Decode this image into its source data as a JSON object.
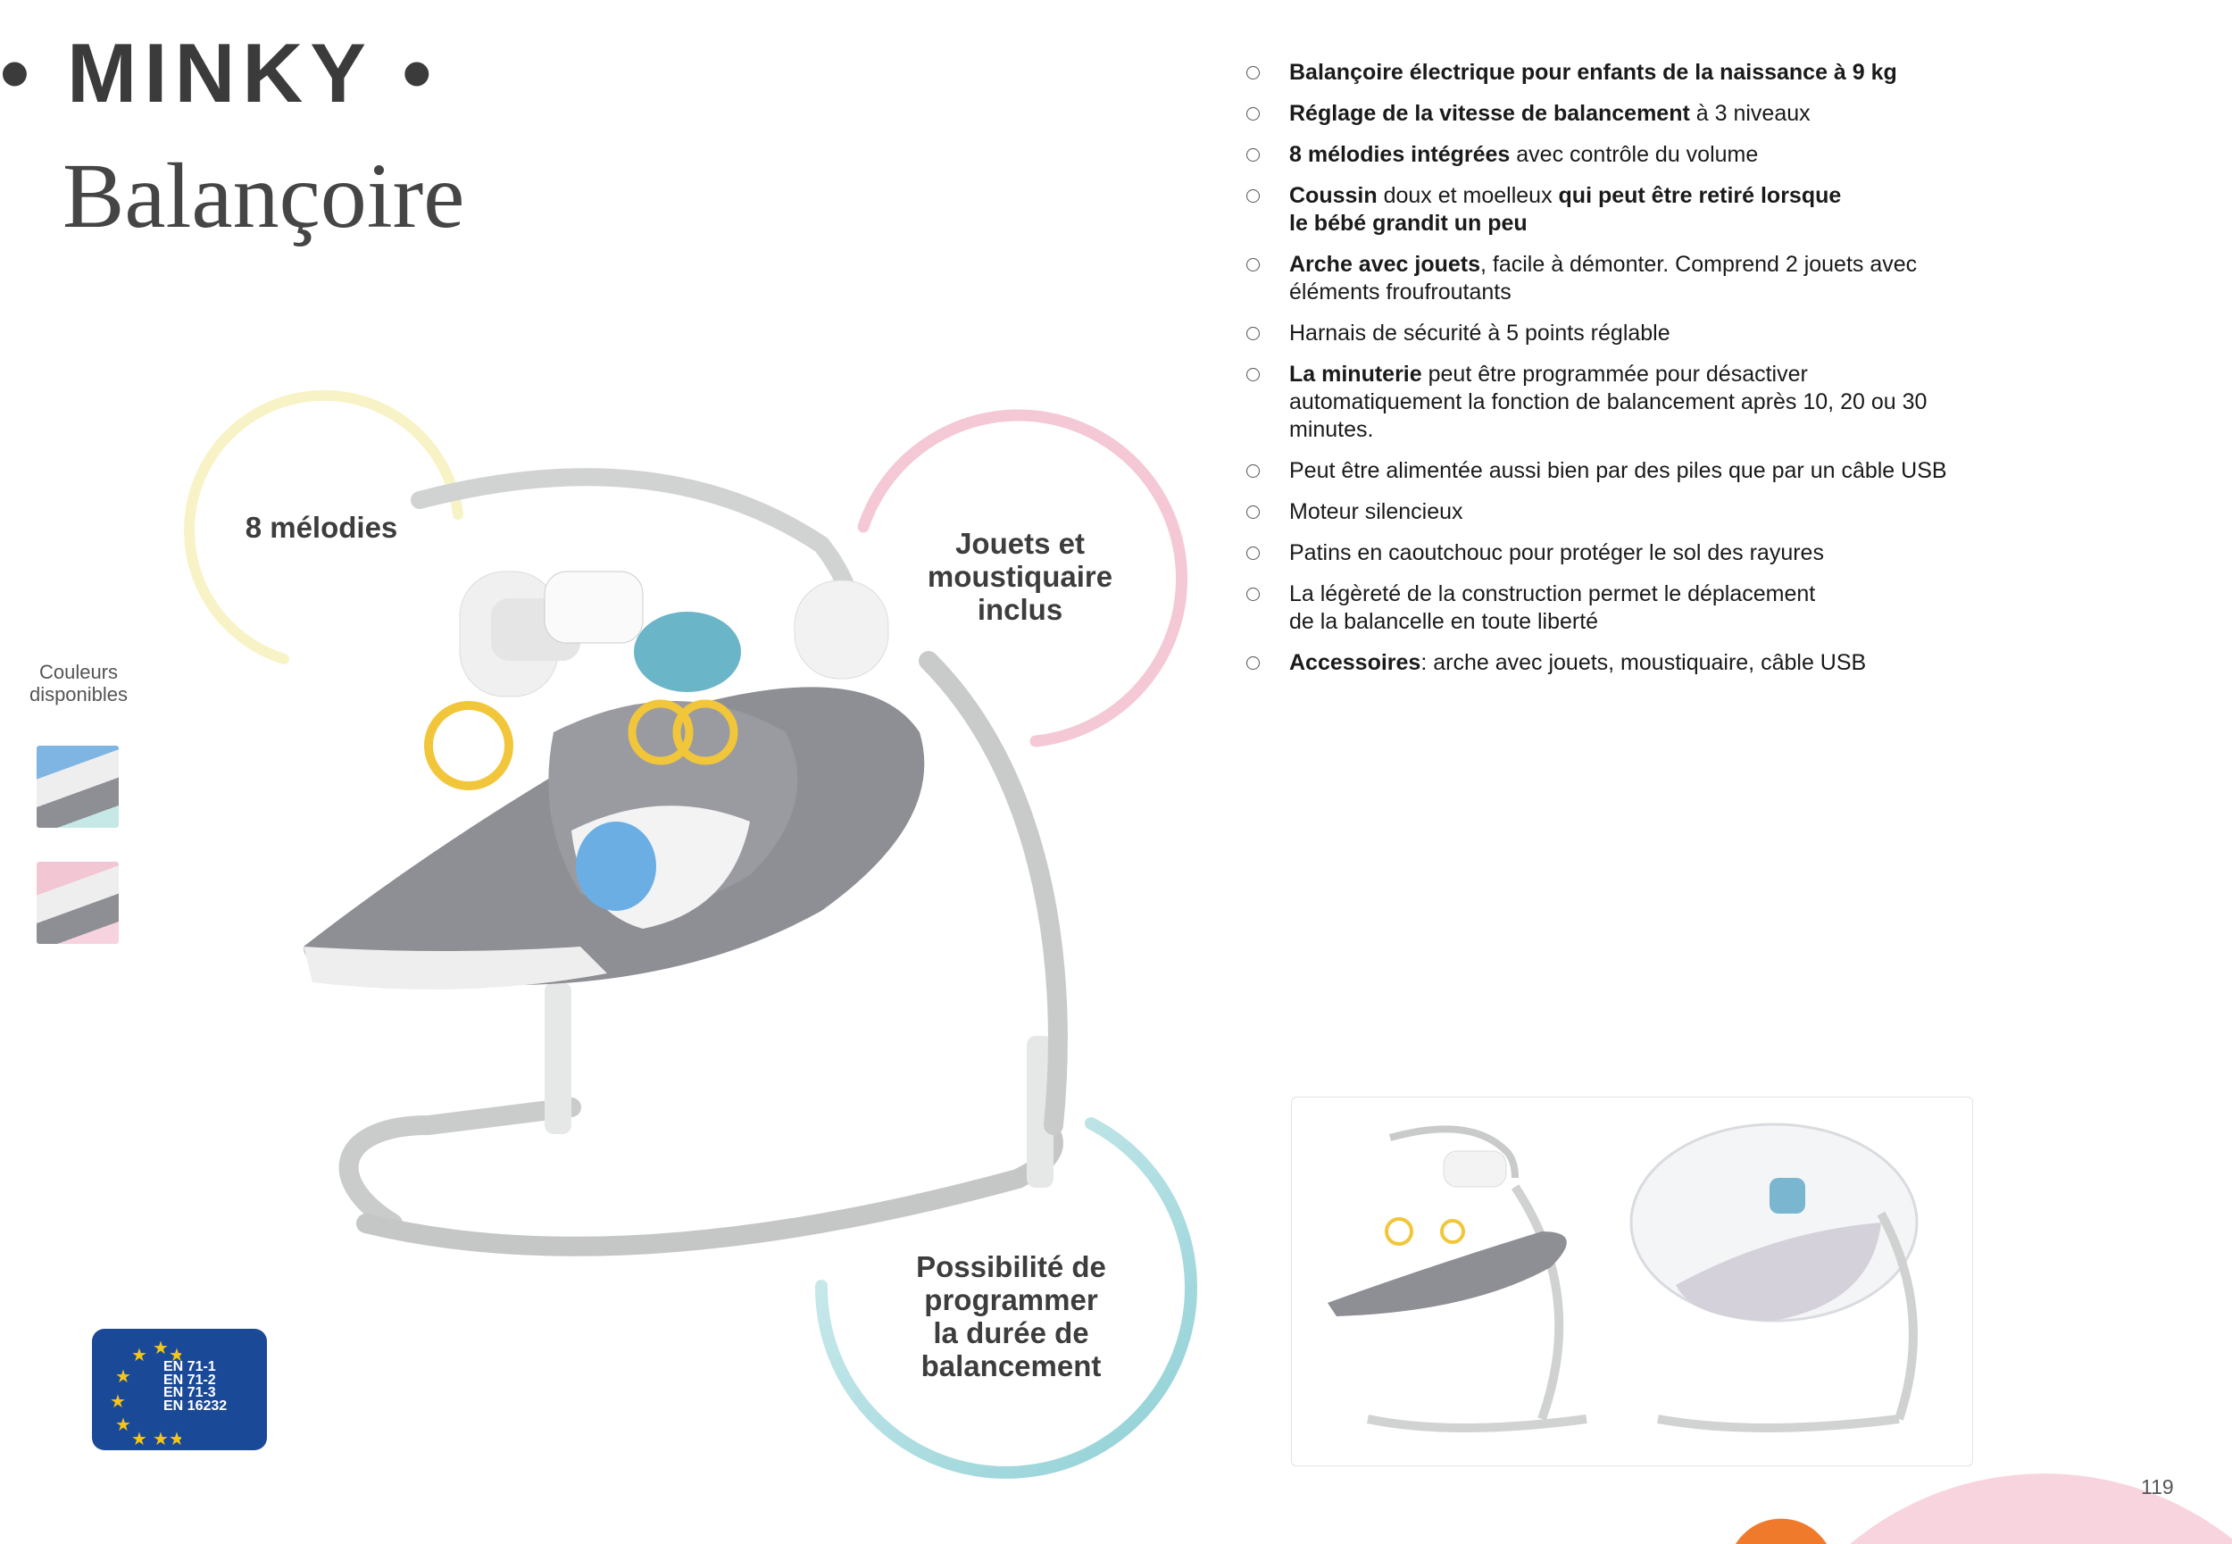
{
  "header": {
    "brand": "• MINKY •",
    "subtitle": "Balançoire"
  },
  "features": [
    [
      {
        "t": "Balançoire électrique pour enfants de la naissance à 9 kg",
        "b": true
      }
    ],
    [
      {
        "t": "Réglage de la vitesse de balancement",
        "b": true
      },
      {
        "t": " à 3 niveaux",
        "b": false
      }
    ],
    [
      {
        "t": "8 mélodies intégrées",
        "b": true
      },
      {
        "t": " avec contrôle du volume",
        "b": false
      }
    ],
    [
      {
        "t": "Coussin",
        "b": true
      },
      {
        "t": " doux et moelleux ",
        "b": false
      },
      {
        "t": "qui peut être retiré lorsque",
        "b": true
      },
      {
        "t": "le bébé grandit un peu",
        "b": true
      }
    ],
    [
      {
        "t": "Arche avec jouets",
        "b": true
      },
      {
        "t": ", facile à démonter. Comprend 2 jouets avec éléments froufroutants",
        "b": false
      }
    ],
    [
      {
        "t": "Harnais de sécurité à 5 points réglable",
        "b": false
      }
    ],
    [
      {
        "t": "La minuterie",
        "b": true
      },
      {
        "t": " peut être programmée pour désactiver automatiquement la fonction de balancement après 10, 20 ou 30 minutes.",
        "b": false
      }
    ],
    [
      {
        "t": "Peut être alimentée aussi bien par des piles que par un câble USB",
        "b": false
      }
    ],
    [
      {
        "t": "Moteur silencieux",
        "b": false
      }
    ],
    [
      {
        "t": "Patins en caoutchouc pour protéger le sol des rayures",
        "b": false
      }
    ],
    [
      {
        "t": "La légèreté de la construction permet le déplacement",
        "b": false
      },
      {
        "t": "de la balancelle en toute liberté",
        "b": false
      }
    ],
    [
      {
        "t": "Accessoires",
        "b": true
      },
      {
        "t": ": arche avec jouets, moustiquaire, câble USB",
        "b": false
      }
    ]
  ],
  "callouts": {
    "melodies": "8 mélodies",
    "toys": [
      "Jouets et",
      "moustiquaire",
      "inclus"
    ],
    "timer": [
      "Possibilité de",
      "programmer",
      "la durée de",
      "balancement"
    ]
  },
  "colors": {
    "label": [
      "Couleurs",
      "disponibles"
    ],
    "accent_yellow": "#f7f2c4",
    "accent_pink": "#f3c9d6",
    "accent_teal": "#a9dde0"
  },
  "certification": {
    "standards": [
      "EN 71-1",
      "EN 71-2",
      "EN 71-3",
      "EN 16232"
    ]
  },
  "page_number": "119"
}
